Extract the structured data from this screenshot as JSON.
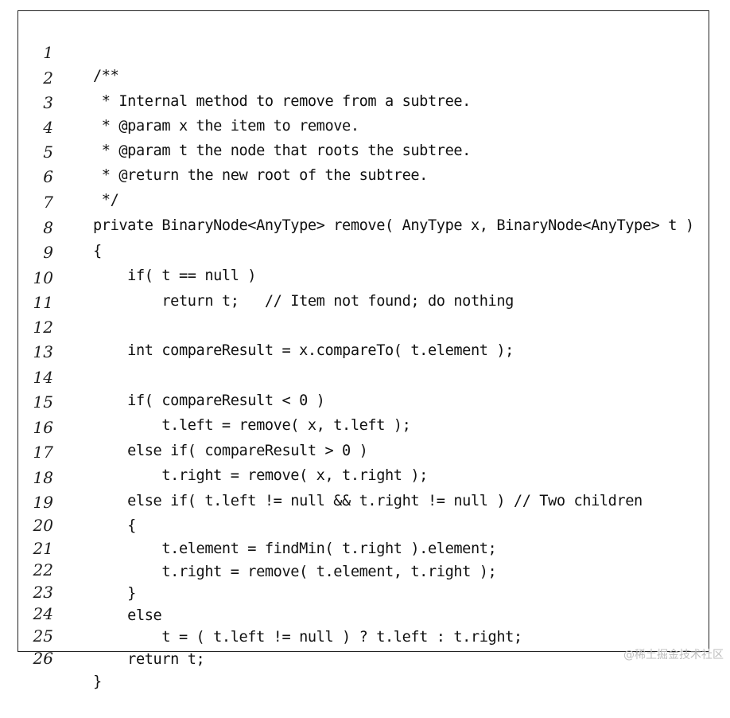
{
  "code": {
    "lines": [
      {
        "num": "1",
        "text": "/**"
      },
      {
        "num": "2",
        "text": " * Internal method to remove from a subtree."
      },
      {
        "num": "3",
        "text": " * @param x the item to remove."
      },
      {
        "num": "4",
        "text": " * @param t the node that roots the subtree."
      },
      {
        "num": "5",
        "text": " * @return the new root of the subtree."
      },
      {
        "num": "6",
        "text": " */"
      },
      {
        "num": "7",
        "text": "private BinaryNode<AnyType> remove( AnyType x, BinaryNode<AnyType> t )"
      },
      {
        "num": "8",
        "text": "{"
      },
      {
        "num": "9",
        "text": "    if( t == null )"
      },
      {
        "num": "10",
        "text": "        return t;   // Item not found; do nothing"
      },
      {
        "num": "11",
        "text": ""
      },
      {
        "num": "12",
        "text": "    int compareResult = x.compareTo( t.element );"
      },
      {
        "num": "13",
        "text": ""
      },
      {
        "num": "14",
        "text": "    if( compareResult < 0 )"
      },
      {
        "num": "15",
        "text": "        t.left = remove( x, t.left );"
      },
      {
        "num": "16",
        "text": "    else if( compareResult > 0 )"
      },
      {
        "num": "17",
        "text": "        t.right = remove( x, t.right );"
      },
      {
        "num": "18",
        "text": "    else if( t.left != null && t.right != null ) // Two children"
      },
      {
        "num": "19",
        "text": "    {"
      },
      {
        "num": "20",
        "text": "        t.element = findMin( t.right ).element;"
      },
      {
        "num": "21",
        "text": "        t.right = remove( t.element, t.right );"
      },
      {
        "num": "22",
        "text": "    }"
      },
      {
        "num": "23",
        "text": "    else"
      },
      {
        "num": "24",
        "text": "        t = ( t.left != null ) ? t.left : t.right;"
      },
      {
        "num": "25",
        "text": "    return t;"
      },
      {
        "num": "26",
        "text": "}"
      }
    ]
  },
  "watermark": {
    "text": "@稀土掘金技术社区"
  }
}
